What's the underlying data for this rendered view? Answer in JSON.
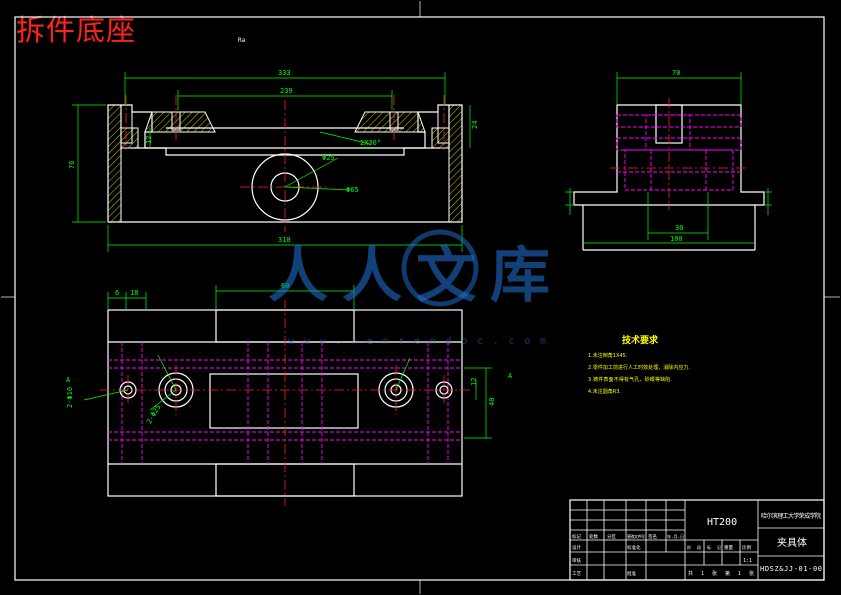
{
  "page_title": "拆件底座",
  "corner_mark": "Ra",
  "watermark": {
    "main": "人人文库",
    "url": "www.renrendoc.com"
  },
  "colors": {
    "background": "#000000",
    "outline": "#ffffff",
    "dimension": "#00ff00",
    "center": "#ff2020",
    "hidden": "#ff00ff",
    "hatch": "#ffff00",
    "note": "#ffff00",
    "watermark": "#1e6cc8",
    "title_red": "#ff2020"
  },
  "front_view": {
    "dims": {
      "top_width": "333",
      "inner_width": "239",
      "bottom_width": "310",
      "height": "76",
      "small_left": "12",
      "small_right": "24",
      "slot": "2X30°",
      "bore_inner": "Φ25",
      "bore_outer": "Φ65"
    }
  },
  "side_view": {
    "dims": {
      "top": "70",
      "middle": "30",
      "bottom": "100"
    }
  },
  "top_view": {
    "dims": {
      "left_a": "6",
      "left_b": "18",
      "pocket": "60",
      "hole_a": "2-Φ10",
      "hole_b": "2-Φ25",
      "right_a": "12",
      "right_b": "40",
      "mark_left": "A",
      "mark_right": "A"
    }
  },
  "tech_notes": {
    "title": "技术要求",
    "items": [
      "1.未注倒角1X45.",
      "2.零件加工前进行人工时效处理，消除内应力.",
      "3.铸件表面不得有气孔、砂眼等缺陷.",
      "4.未注圆角R3."
    ]
  },
  "title_block": {
    "material": "HT200",
    "school": "哈尔滨理工大学荣成学院",
    "part_name": "夹具体",
    "drawing_no": "HDSZ&JJ-01-00",
    "labels": {
      "mark": "标记",
      "count": "处数",
      "zone": "分区",
      "change_doc": "更改文件号",
      "signature": "签名",
      "date": "年.月.日",
      "design": "设计",
      "standardize": "标准化",
      "review": "审核",
      "process": "工艺",
      "approve": "批准",
      "stage_mark": "阶段标记",
      "weight": "重量",
      "scale": "比例",
      "scale_value": "1:1",
      "sheet_info": "共 1 张  第 1 张"
    }
  }
}
